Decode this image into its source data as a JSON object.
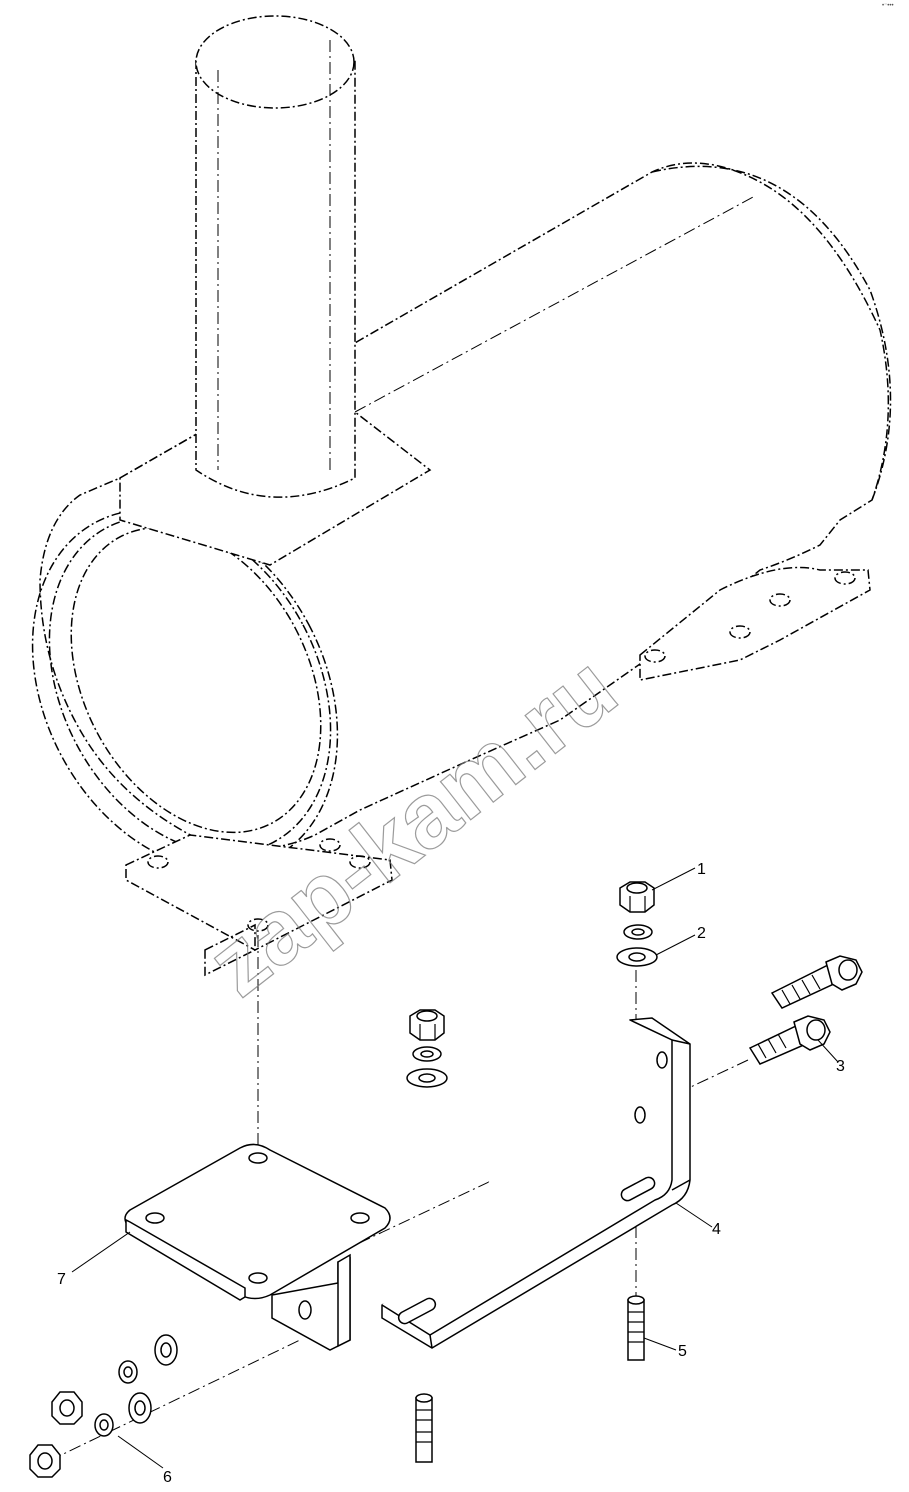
{
  "diagram": {
    "corner_mark": "•⁻•••",
    "watermark": "zap-kam.ru",
    "callouts": [
      "1",
      "2",
      "3",
      "4",
      "5",
      "6",
      "7"
    ]
  },
  "icons": {
    "muffler": "muffler-phantom-icon",
    "nut": "hex-nut-icon",
    "washer": "washer-icon",
    "bolt": "hex-bolt-icon",
    "stud": "stud-icon",
    "bracket": "l-bracket-icon",
    "plate": "mounting-plate-icon"
  }
}
